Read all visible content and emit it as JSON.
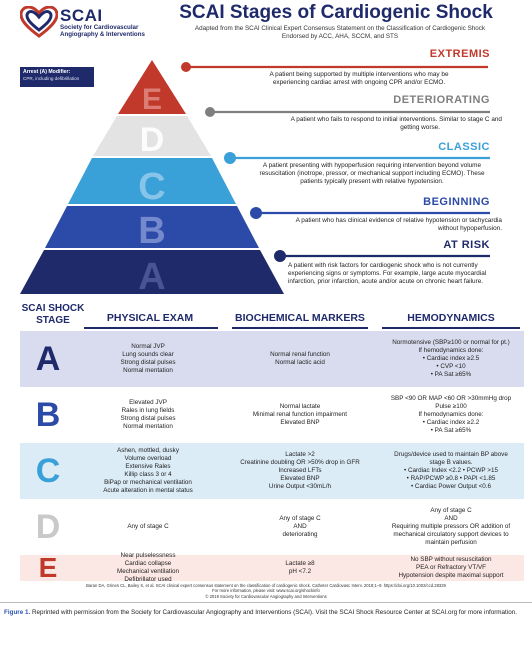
{
  "header": {
    "logo_name": "SCAI",
    "logo_sub_1": "Society for Cardiovascular",
    "logo_sub_2": "Angiography & Interventions",
    "title": "SCAI Stages of Cardiogenic Shock",
    "subtitle_1": "Adapted from the SCAI Clinical Expert Consensus Statement on the Classification of Cardiogenic Shock",
    "subtitle_2": "Endorsed by ACC, AHA, SCCM, and STS"
  },
  "arrest": {
    "title": "Arrest (A) Modifier:",
    "text": "CPR, including defibrillation"
  },
  "stages": [
    {
      "letter": "E",
      "name": "EXTREMIS",
      "color": "#c0392b",
      "desc_1": "A patient being supported by multiple interventions who may be",
      "desc_2": "experiencing cardiac arrest with ongoing CPR and/or ECMO."
    },
    {
      "letter": "D",
      "name": "DETERIORATING",
      "color": "#7f7f7f",
      "desc_1": "A patient who fails to respond to initial interventions. Similar to stage C and",
      "desc_2": "getting worse."
    },
    {
      "letter": "C",
      "name": "CLASSIC",
      "color": "#3aa0d8",
      "desc_1": "A patient presenting with hypoperfusion requiring intervention beyond volume",
      "desc_2": "resuscitation (inotrope, pressor, or mechanical support including ECMO). These",
      "desc_3": "patients typically present with relative hypotension."
    },
    {
      "letter": "B",
      "name": "BEGINNING",
      "color": "#2c4aa8",
      "desc_1": "A patient who has clinical evidence of relative hypotension or tachycardia",
      "desc_2": "without hypoperfusion."
    },
    {
      "letter": "A",
      "name": "AT RISK",
      "color": "#1f2a6b",
      "desc_1": "A patient with risk factors for cardiogenic shock who is not currently",
      "desc_2": "experiencing signs or symptoms. For example, large acute myocardial",
      "desc_3": "infarction, prior infarction, acute and/or acute on chronic heart failure."
    }
  ],
  "table": {
    "stage_header_1": "SCAI SHOCK",
    "stage_header_2": "STAGE",
    "col_1": "PHYSICAL EXAM",
    "col_2": "BIOCHEMICAL MARKERS",
    "col_3": "HEMODYNAMICS",
    "rows": [
      {
        "letter": "A",
        "exam": [
          "Normal JVP",
          "Lung sounds clear",
          "Strong distal pulses",
          "Normal mentation"
        ],
        "bio": [
          "Normal renal function",
          "Normal lactic acid"
        ],
        "hemo": [
          "Normotensive (SBP≥100 or normal for pt.)",
          "If hemodynamics done:",
          "• Cardiac index ≥2.5",
          "• CVP <10",
          "• PA Sat ≥65%"
        ]
      },
      {
        "letter": "B",
        "exam": [
          "Elevated JVP",
          "Rales in lung fields",
          "Strong distal pulses",
          "Normal mentation"
        ],
        "bio": [
          "Normal lactate",
          "Minimal renal function impairment",
          "Elevated BNP"
        ],
        "hemo": [
          "SBP <90 OR MAP <60 OR >30mmHg drop",
          "Pulse ≥100",
          "If hemodynamics done:",
          "• Cardiac index ≥2.2",
          "• PA Sat ≥65%"
        ]
      },
      {
        "letter": "C",
        "exam": [
          "Ashen, mottled, dusky",
          "Volume overload",
          "Extensive Rales",
          "Killip class 3 or 4",
          "BiPap or mechanical ventilation",
          "Acute alteration in mental status"
        ],
        "bio": [
          "Lactate >2",
          "Creatinine doubling OR >50% drop in GFR",
          "Increased LFTs",
          "Elevated BNP",
          "Urine Output <30mL/h"
        ],
        "hemo": [
          "Drugs/device used to maintain BP above",
          "stage B values.",
          "• Cardiac Index <2.2     • PCWP >15",
          "• RAP/PCWP ≥0.8        • PAPI <1.85",
          "• Cardiac Power Output <0.6"
        ]
      },
      {
        "letter": "D",
        "exam": [
          "Any of stage C"
        ],
        "bio": [
          "Any of stage C",
          "AND",
          "deteriorating"
        ],
        "hemo": [
          "Any of stage C",
          "AND",
          "Requiring multiple pressors OR addition of",
          "mechanical circulatory support devices to",
          "maintain perfusion"
        ]
      },
      {
        "letter": "E",
        "exam": [
          "Near pulselessness",
          "Cardiac collapse",
          "Mechanical ventilation",
          "Defibrillator used"
        ],
        "bio": [
          "Lactate ≥8",
          "pH <7.2"
        ],
        "hemo": [
          "No SBP without resuscitation",
          "PEA or Refractory VT/VF",
          "Hypotension despite maximal support"
        ]
      }
    ]
  },
  "footer": {
    "ref_1": "Baran DA, Grines CL, Bailey S, et al. SCAI clinical expert consensus statement on the classification of cardiogenic shock. Catheter Cardiovasc Interv. 2019;1–9. https://doi.org/10.1002/ccd.28329",
    "ref_2": "For more information, please visit: www.scai.org/shockinfo",
    "ref_3": "© 2019 Society for Cardiovascular Angiography and Interventions",
    "caption_label": "Figure 1.",
    "caption_text": " Reprinted with permission from the Society for Cardiovascular Angiography and Interventions (SCAI). Visit the SCAI Shock Resource Center at SCAI.org for more information."
  }
}
